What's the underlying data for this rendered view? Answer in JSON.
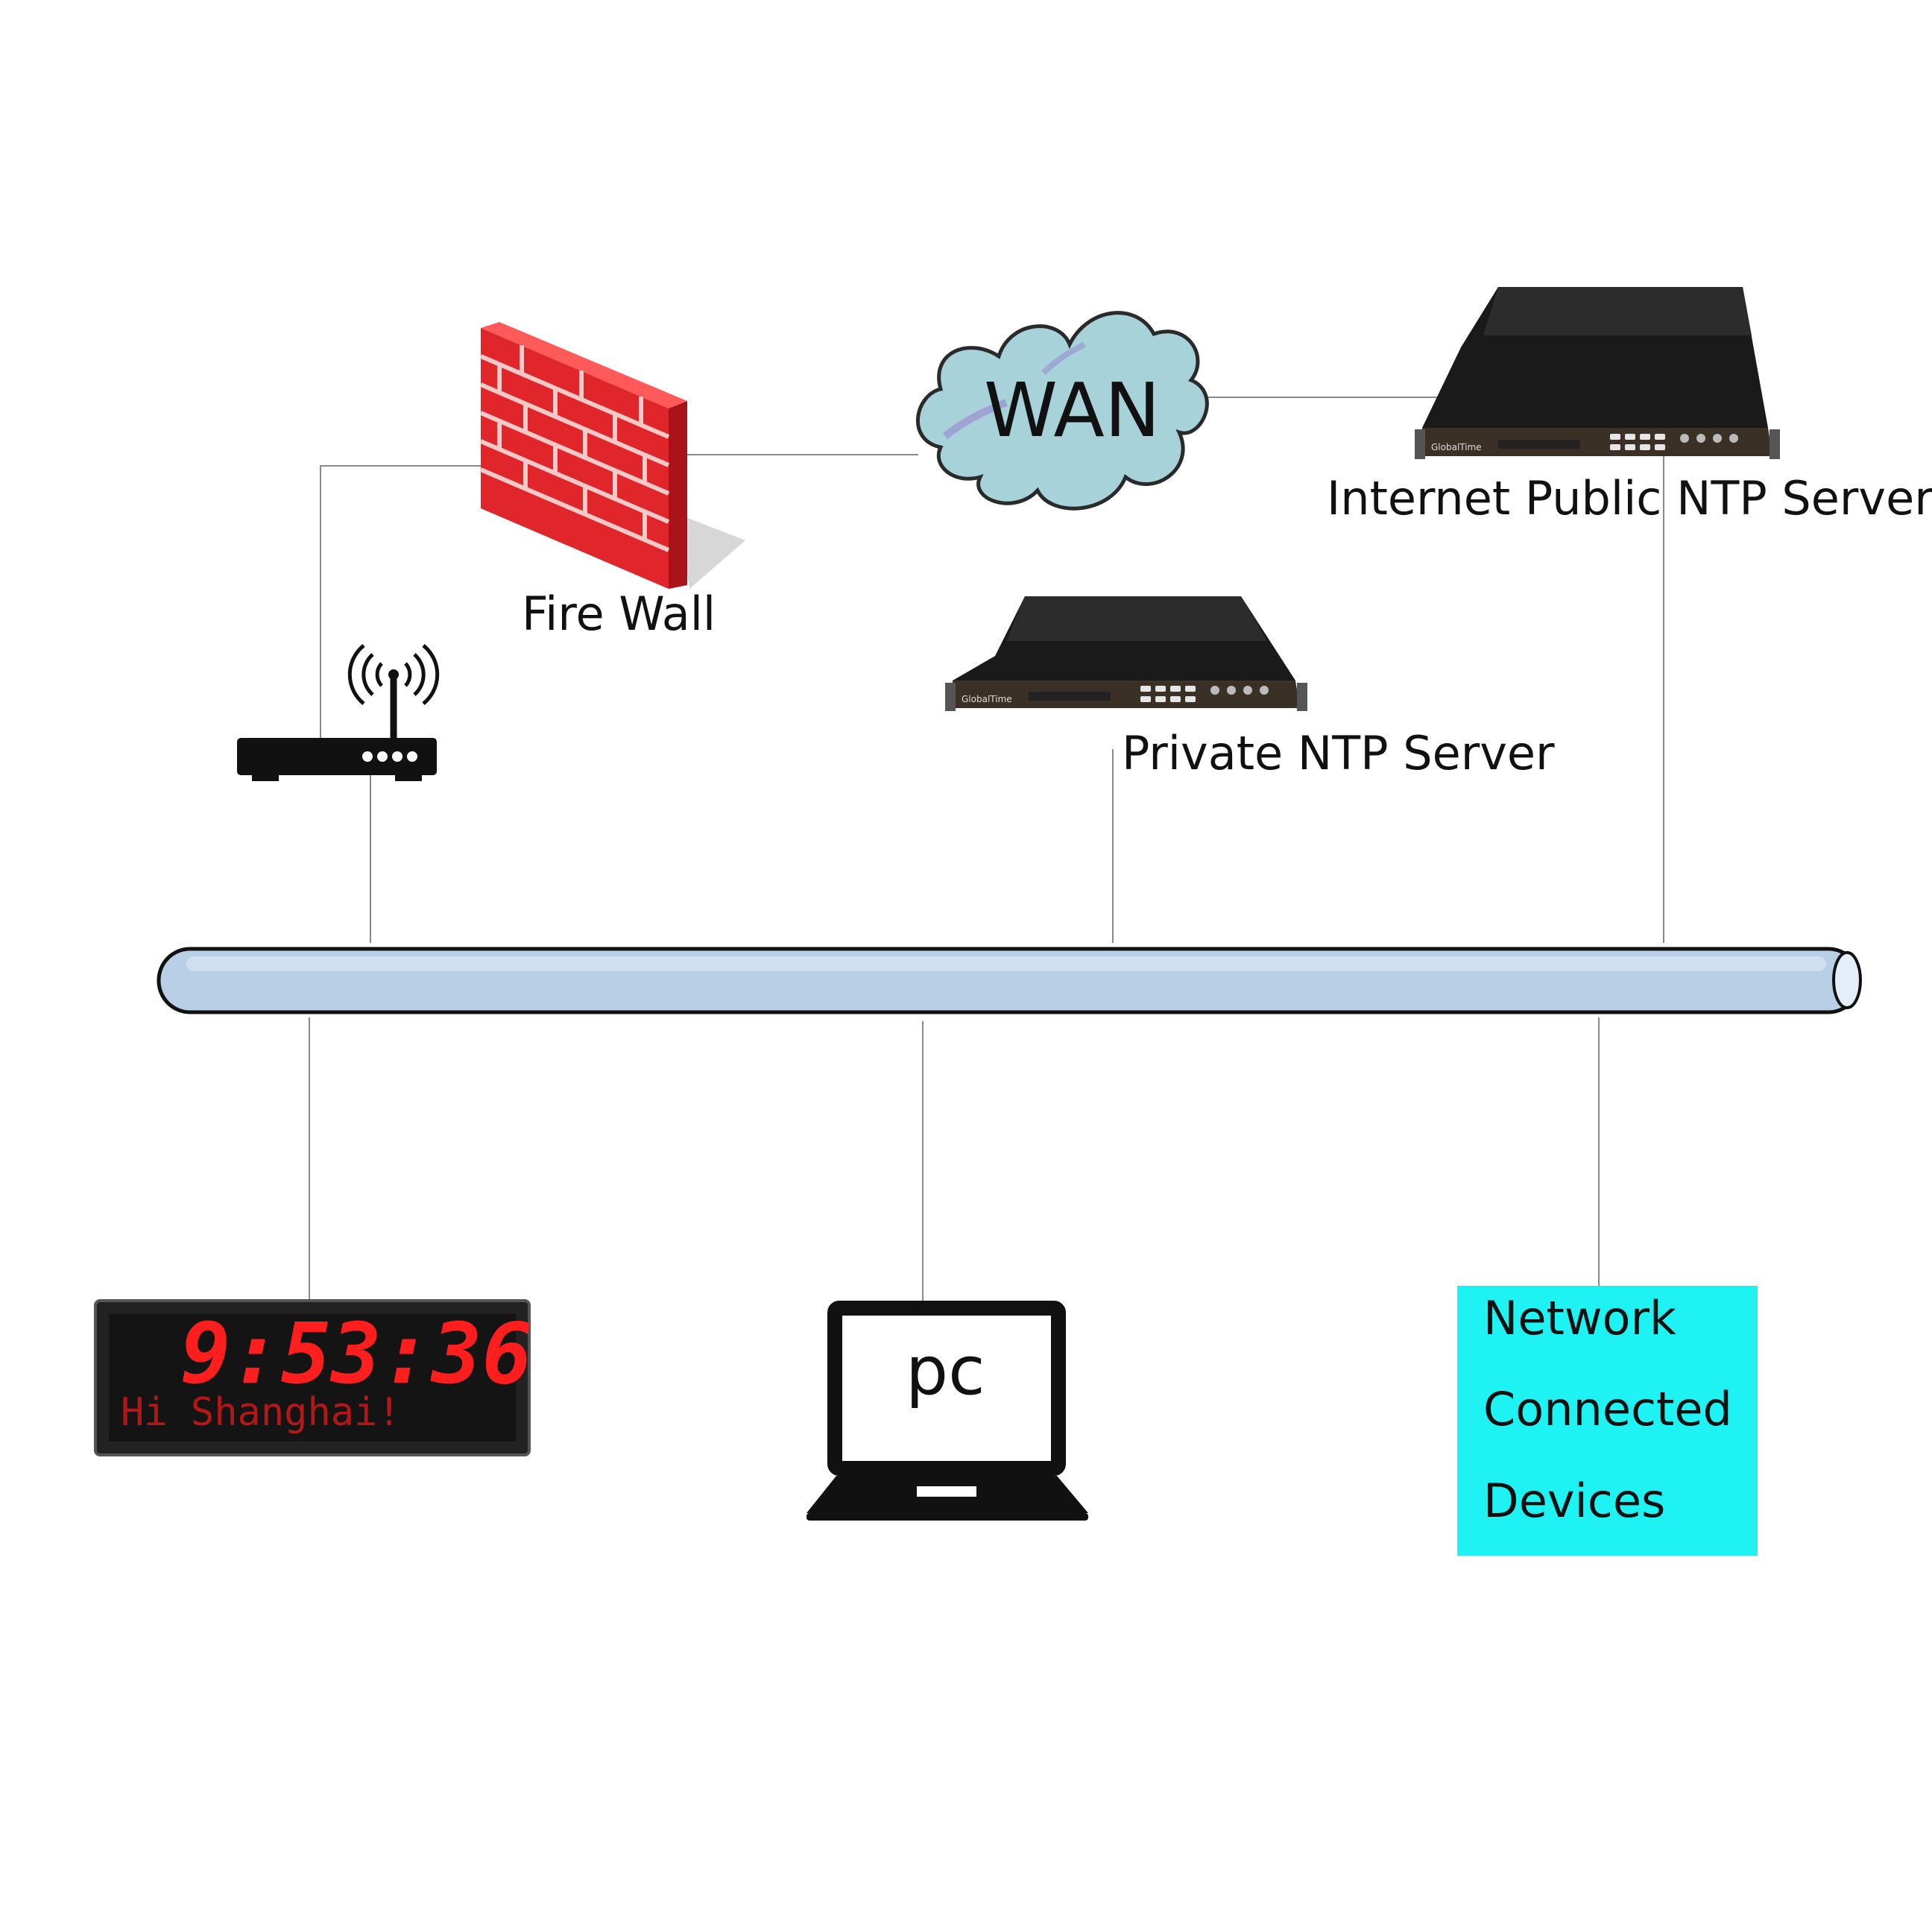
{
  "labels": {
    "wan": "WAN",
    "firewall": "Fire Wall",
    "public_ntp": "Internet Public NTP Server",
    "private_ntp": "Private NTP Server",
    "pc": "pc",
    "devices_line1": "Network",
    "devices_line2": "Connected",
    "devices_line3": "Devices"
  },
  "server_brand": "GlobalTime",
  "clock": {
    "time": "9:53:36",
    "message": "Hi Shanghai!"
  },
  "colors": {
    "background": "#ffffff",
    "bus_fill": "#b9cfe6",
    "cloud_fill": "#a8d2da",
    "firewall_red": "#e0262a",
    "devices_box": "#1ff2f2",
    "clock_led": "#ff1e1e",
    "server_body": "#1a1a1a"
  }
}
